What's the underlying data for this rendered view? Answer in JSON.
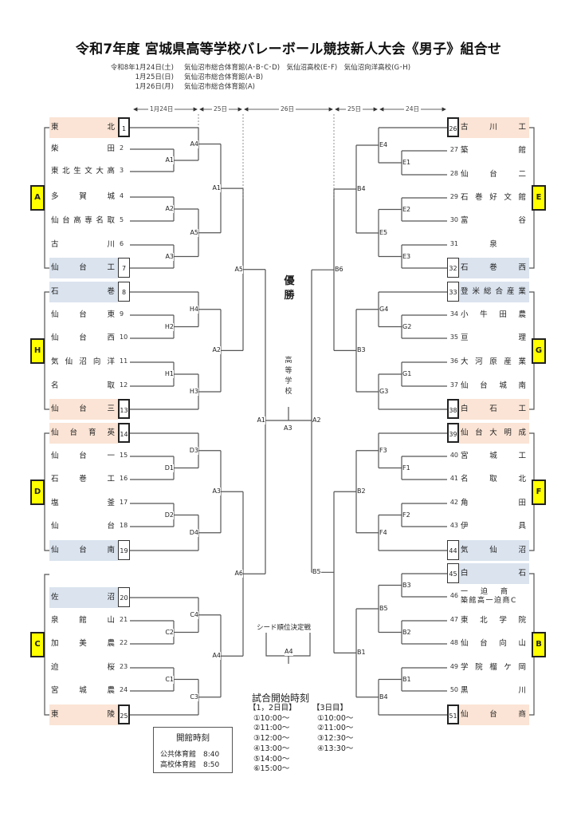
{
  "title": "令和7年度 宮城県高等学校バレーボール競技新人大会《男子》組合せ",
  "schedule": [
    {
      "date": "令和8年1月24日(土)",
      "venues": "気仙沼市総合体育館(A･B･C･D)　気仙沼高校(E･F)　気仙沼向洋高校(G･H)"
    },
    {
      "date": "1月25日(日)",
      "venues": "気仙沼市総合体育館(A･B)"
    },
    {
      "date": "1月26日(月)",
      "venues": "気仙沼市総合体育館(A)"
    }
  ],
  "day_headers": [
    "1月24日",
    "25日",
    "26日",
    "25日",
    "24日"
  ],
  "blocks": {
    "A": "A",
    "H": "H",
    "D": "D",
    "C": "C",
    "E": "E",
    "G": "G",
    "F": "F",
    "B": "B"
  },
  "left_teams": [
    {
      "num": "1",
      "name": "東北",
      "seed": "orange",
      "bold": true
    },
    {
      "num": "2",
      "name": "柴田"
    },
    {
      "num": "3",
      "name": "東北生文大高"
    },
    {
      "num": "4",
      "name": "多賀城"
    },
    {
      "num": "5",
      "name": "仙台高専名取"
    },
    {
      "num": "6",
      "name": "古川"
    },
    {
      "num": "7",
      "name": "仙台工",
      "seed": "blue"
    },
    {
      "num": "8",
      "name": "石巻",
      "seed": "blue"
    },
    {
      "num": "9",
      "name": "仙台東"
    },
    {
      "num": "10",
      "name": "仙台西"
    },
    {
      "num": "11",
      "name": "気仙沼向洋"
    },
    {
      "num": "12",
      "name": "名取"
    },
    {
      "num": "13",
      "name": "仙台三",
      "seed": "orange",
      "bold": true
    },
    {
      "num": "14",
      "name": "仙台育英",
      "seed": "orange",
      "bold": true
    },
    {
      "num": "15",
      "name": "仙台一"
    },
    {
      "num": "16",
      "name": "石巻工"
    },
    {
      "num": "17",
      "name": "塩釜"
    },
    {
      "num": "18",
      "name": "仙台"
    },
    {
      "num": "19",
      "name": "仙台南",
      "seed": "blue"
    },
    {
      "num": "20",
      "name": "佐沼",
      "seed": "blue"
    },
    {
      "num": "21",
      "name": "泉館山"
    },
    {
      "num": "22",
      "name": "加美農"
    },
    {
      "num": "23",
      "name": "迫桜"
    },
    {
      "num": "24",
      "name": "宮城農"
    },
    {
      "num": "25",
      "name": "東陵",
      "seed": "orange",
      "bold": true
    }
  ],
  "right_teams": [
    {
      "num": "26",
      "name": "古川工",
      "seed": "orange",
      "bold": true
    },
    {
      "num": "27",
      "name": "築館"
    },
    {
      "num": "28",
      "name": "仙台二"
    },
    {
      "num": "29",
      "name": "石巻好文館"
    },
    {
      "num": "30",
      "name": "富谷"
    },
    {
      "num": "31",
      "name": "泉"
    },
    {
      "num": "32",
      "name": "石巻西",
      "seed": "blue"
    },
    {
      "num": "33",
      "name": "登米総合産業",
      "seed": "blue"
    },
    {
      "num": "34",
      "name": "小牛田農"
    },
    {
      "num": "35",
      "name": "亘理"
    },
    {
      "num": "36",
      "name": "大河原産業"
    },
    {
      "num": "37",
      "name": "仙台城南"
    },
    {
      "num": "38",
      "name": "白石工",
      "seed": "orange",
      "bold": true
    },
    {
      "num": "39",
      "name": "仙台大明成",
      "seed": "orange",
      "bold": true
    },
    {
      "num": "40",
      "name": "宮城工"
    },
    {
      "num": "41",
      "name": "名取北"
    },
    {
      "num": "42",
      "name": "角田"
    },
    {
      "num": "43",
      "name": "伊具"
    },
    {
      "num": "44",
      "name": "気仙沼",
      "seed": "blue"
    },
    {
      "num": "45",
      "name": "白石",
      "seed": "blue"
    },
    {
      "num": "46",
      "name": "一迫商",
      "name2": "築館高一迫商C"
    },
    {
      "num": "47",
      "name": "東北学院"
    },
    {
      "num": "48",
      "name": "仙台向山"
    },
    {
      "num": "49",
      "name": "学院榴ケ岡"
    },
    {
      "num": "50",
      "name": "黒川"
    },
    {
      "num": "51",
      "name": "仙台商",
      "seed": "orange",
      "bold": true
    }
  ],
  "match_labels": {
    "left": [
      "A4",
      "A1",
      "A1",
      "A2",
      "A5",
      "A3",
      "A5",
      "H4",
      "H2",
      "A2",
      "H1",
      "H3",
      "D3",
      "D1",
      "A3",
      "D2",
      "D4",
      "A6",
      "C4",
      "C2",
      "A4",
      "C1",
      "C3"
    ],
    "right": [
      "E4",
      "E1",
      "B4",
      "E2",
      "E5",
      "E3",
      "B6",
      "G4",
      "G2",
      "B3",
      "G1",
      "G3",
      "F3",
      "F1",
      "B2",
      "F2",
      "F4",
      "B5",
      "B3",
      "B5",
      "B2",
      "B1",
      "B1",
      "B4"
    ],
    "final_left": "A1",
    "final_right": "A2",
    "final_center": "A3"
  },
  "champion": [
    "優",
    "勝"
  ],
  "koutougakkou": [
    "高",
    "等",
    "学",
    "校"
  ],
  "seed_match": {
    "title": "シード順位決定戦",
    "label": "A4"
  },
  "start_times": {
    "title": "試合開始時刻",
    "day12_header": "【1，2日目】",
    "day12": [
      "①10:00～",
      "②11:00～",
      "③12:00～",
      "④13:00～",
      "⑤14:00～",
      "⑥15:00～"
    ],
    "day3_header": "【3日目】",
    "day3": [
      "①10:00～",
      "②11:00～",
      "③12:30～",
      "④13:30～"
    ]
  },
  "opening": {
    "title": "開館時刻",
    "rows": [
      "公共体育館　8:40",
      "高校体育館　8:50"
    ]
  },
  "colors": {
    "seed_orange": "#fbe4d5",
    "seed_blue": "#dae3ee",
    "block_yellow": "#ffff00",
    "line": "#555555"
  }
}
